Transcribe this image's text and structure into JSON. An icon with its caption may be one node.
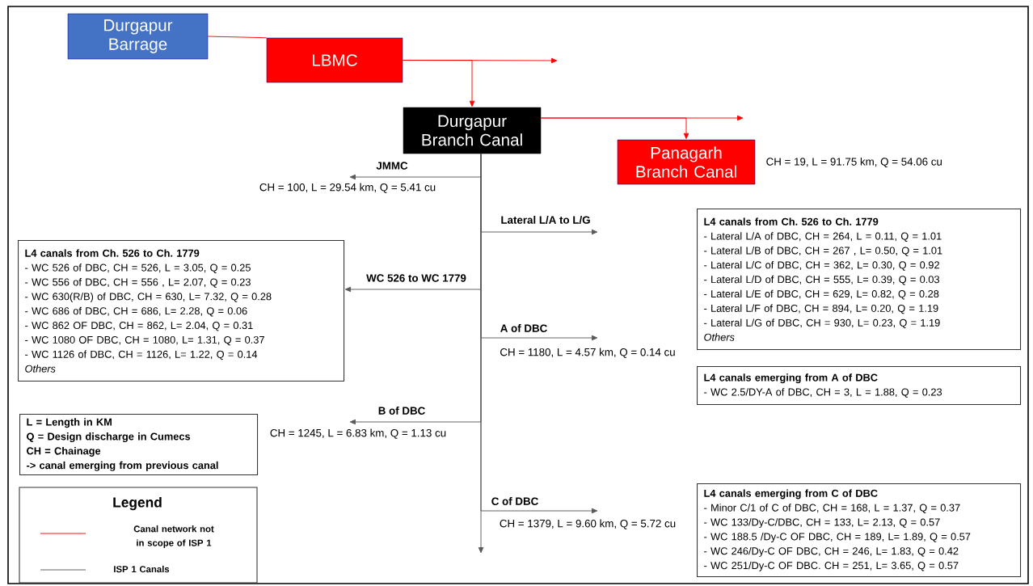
{
  "diagram": {
    "nodes": [
      {
        "text": [
          "Durgapur Barrage"
        ]
      },
      {
        "text": [
          "LBMC"
        ]
      },
      {
        "text": [
          "Durgapur Branch Canal"
        ]
      },
      {
        "text": [
          "Panagarh Branch Canal"
        ],
        "beside": [
          "CH = 19, L = 91.75 km, Q = 54.06 cu"
        ]
      },
      {
        "text": [
          "L4 canals from Ch. 526 to Ch. 1779",
          "- WC 526 of DBC, CH = 526, L = 3.05, Q = 0.25",
          "- WC 556 of DBC, CH = 556 , L= 2.07, Q = 0.23",
          "- WC 630(R/B) of DBC, CH = 630, L= 7.32, Q = 0.28",
          "- WC 686 of DBC, CH = 686, L= 2.28, Q = 0.06",
          "- WC 862 OF DBC, CH = 862, L= 2.04, Q = 0.31",
          "- WC 1080 OF DBC, CH = 1080, L= 1.31, Q = 0.37",
          "- WC 1126 of DBC, CH = 1126, L= 1.22, Q = 0.14",
          "Others"
        ]
      },
      {
        "text": [
          "L4 canals from Ch. 526 to Ch. 1779",
          "- Lateral L/A of DBC, CH = 264, L = 0.11, Q = 1.01",
          "- Lateral L/B of DBC, CH = 267 , L= 0.50, Q = 1.01",
          "- Lateral L/C of DBC, CH = 362, L= 0.30, Q = 0.92",
          "- Lateral L/D of DBC, CH = 555, L= 0.39, Q = 0.03",
          "- Lateral L/E of DBC, CH = 629, L= 0.82, Q = 0.28",
          "- Lateral L/F of DBC, CH = 894, L= 0.20, Q = 1.19",
          "- Lateral L/G of DBC, CH = 930, L= 0.23, Q = 1.19",
          "Others"
        ]
      },
      {
        "text": [
          "L4 canals emerging from A of DBC",
          "- WC 2.5/DY-A of DBC, CH = 3, L = 1.88, Q = 0.23"
        ]
      },
      {
        "text": [
          "L4 canals emerging from C of DBC",
          "- Minor C/1 of C of DBC, CH = 168, L = 1.37, Q = 0.37",
          "- WC 133/Dy-C/DBC, CH = 133, L= 2.13, Q = 0.57",
          "- WC 188.5 /Dy-C OF DBC, CH = 189, L= 1.89, Q = 0.57",
          "- WC 246/Dy-C OF DBC, CH = 246, L= 1.83, Q = 0.42",
          "- WC 251/Dy-C OF DBC. CH = 251, L= 3.65, Q = 0.57"
        ]
      },
      {
        "text": [
          "L = Length in KM",
          "Q = Design discharge in Cumecs",
          "CH = Chainage",
          "-> canal emerging from previous canal"
        ]
      },
      {
        "text": [
          "CH = 100, L = 29.54 km, Q = 5.41 cu"
        ]
      },
      {
        "text": [
          "CH = 1180, L = 4.57 km, Q = 0.14 cu"
        ]
      },
      {
        "text": [
          "CH = 1245, L = 6.83 km, Q = 1.13 cu"
        ]
      },
      {
        "text": [
          "CH = 1379, L = 9.60 km, Q = 5.72 cu"
        ]
      }
    ],
    "edges": [
      {
        "from": 0,
        "to": 1,
        "arrow": "none",
        "color": "#ff0000"
      },
      {
        "from": 1,
        "to": null,
        "arrow": "to",
        "color": "#ff0000"
      },
      {
        "from": 1,
        "to": 2,
        "arrow": "to",
        "color": "#ff0000"
      },
      {
        "from": 2,
        "to": null,
        "arrow": "to",
        "color": "#ff0000"
      },
      {
        "from": 2,
        "to": 3,
        "arrow": "to",
        "color": "#ff0000"
      },
      {
        "from": 2,
        "to": null,
        "arrow": "to"
      },
      {
        "from": 2,
        "to": 9,
        "arrow": "to",
        "label": "JMMC"
      },
      {
        "from": 2,
        "to": null,
        "arrow": "to",
        "label": "Lateral L/A to L/G"
      },
      {
        "from": 2,
        "to": 4,
        "arrow": "to",
        "label": "WC 526 to WC 1779"
      },
      {
        "from": 2,
        "to": 10,
        "arrow": "to",
        "label": "A of DBC"
      },
      {
        "from": 2,
        "to": 11,
        "arrow": "to",
        "label": "B of DBC"
      },
      {
        "from": 2,
        "to": 12,
        "arrow": "to",
        "label": "C of DBC"
      }
    ],
    "labels": [
      "Legend"
    ],
    "legend": [
      {
        "text": "Canal network not in scope of ISP 1"
      },
      {
        "text": "ISP 1 Canals"
      }
    ]
  }
}
